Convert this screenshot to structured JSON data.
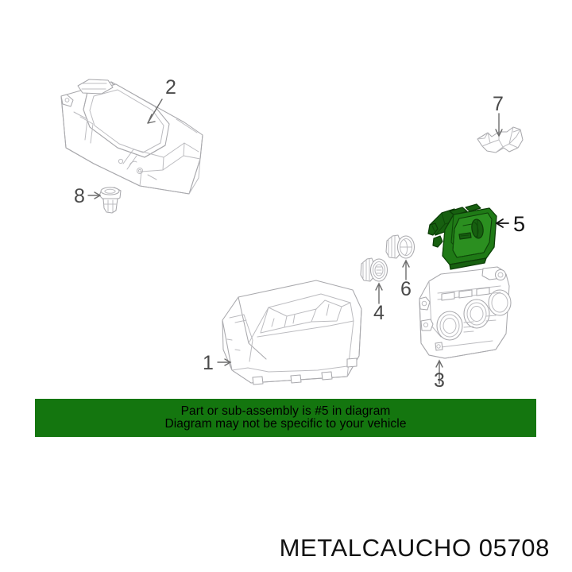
{
  "diagram": {
    "title": "Automotive interior trim parts exploded diagram",
    "highlight_color": "#1f7a16",
    "line_color": "#a9a9ad",
    "callouts": [
      {
        "id": "1",
        "label": "1",
        "part": "instrument-cluster",
        "arrow": "right"
      },
      {
        "id": "2",
        "label": "2",
        "part": "center-console-armrest",
        "arrow": "down-left"
      },
      {
        "id": "3",
        "label": "3",
        "part": "climate-control-panel",
        "arrow": "up"
      },
      {
        "id": "4",
        "label": "4",
        "part": "power-outlet-socket",
        "arrow": "up"
      },
      {
        "id": "5",
        "label": "5",
        "part": "headlight-switch-assembly",
        "arrow": "left",
        "highlighted": true
      },
      {
        "id": "6",
        "label": "6",
        "part": "cigarette-lighter-socket",
        "arrow": "up"
      },
      {
        "id": "7",
        "label": "7",
        "part": "mounting-bracket-clip",
        "arrow": "down"
      },
      {
        "id": "8",
        "label": "8",
        "part": "retainer-grommet",
        "arrow": "right"
      }
    ]
  },
  "banner": {
    "background_color": "#14760f",
    "text_color": "#000000",
    "line1": "Part or sub-assembly is #5 in diagram",
    "line2": "Diagram may not be specific to your vehicle"
  },
  "brand": {
    "text": "METALCAUCHO 05708",
    "manufacturer": "METALCAUCHO",
    "part_number": "05708"
  }
}
